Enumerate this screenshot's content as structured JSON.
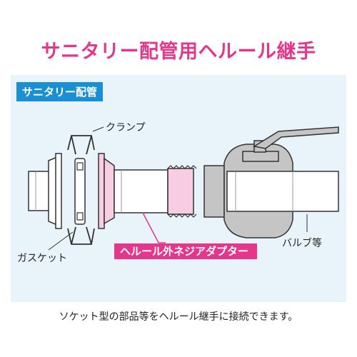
{
  "title": "サニタリー配管用ヘルール継手",
  "panel": {
    "tag_label": "サニタリー配管"
  },
  "labels": {
    "clamp": "クランプ",
    "gasket": "ガスケット",
    "valve": "バルブ等",
    "adapter": "ヘルール外ネジアダプター"
  },
  "caption": "ソケット型の部品等をヘルール継手に接続できます。",
  "colors": {
    "title": "#e4368a",
    "tag_bg": "#1a8fd3",
    "panel_bg": "#e9f3fa",
    "pipe_fill": "#ffffff",
    "metal": "#c5c5c5",
    "highlight": "#f7cde3",
    "outline": "#333333"
  }
}
